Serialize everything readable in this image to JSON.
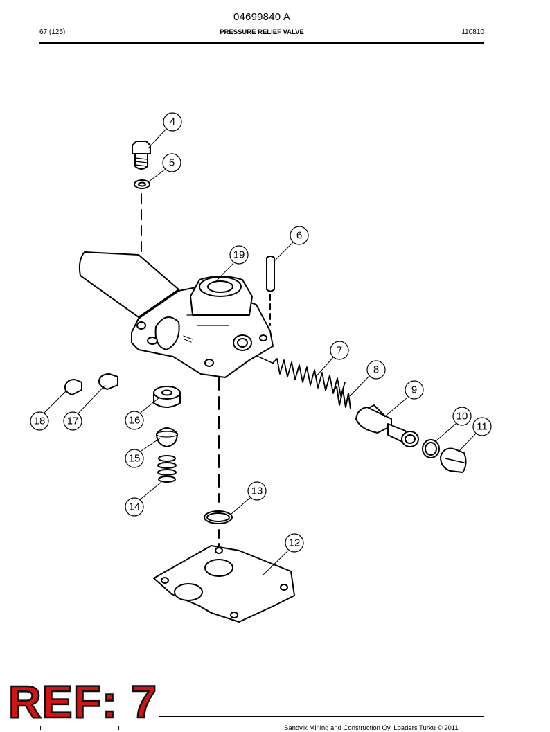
{
  "document": {
    "number": "04699840 A",
    "page": "67 (125)",
    "title": "PRESSURE RELIEF VALVE",
    "code": "110810",
    "footer": "Sandvik Mining and Construction Oy, Loaders Turku © 2011",
    "stamp": "REF: 7"
  },
  "callouts": [
    "4",
    "5",
    "6",
    "19",
    "7",
    "8",
    "9",
    "10",
    "11",
    "18",
    "17",
    "16",
    "15",
    "14",
    "13",
    "12"
  ]
}
